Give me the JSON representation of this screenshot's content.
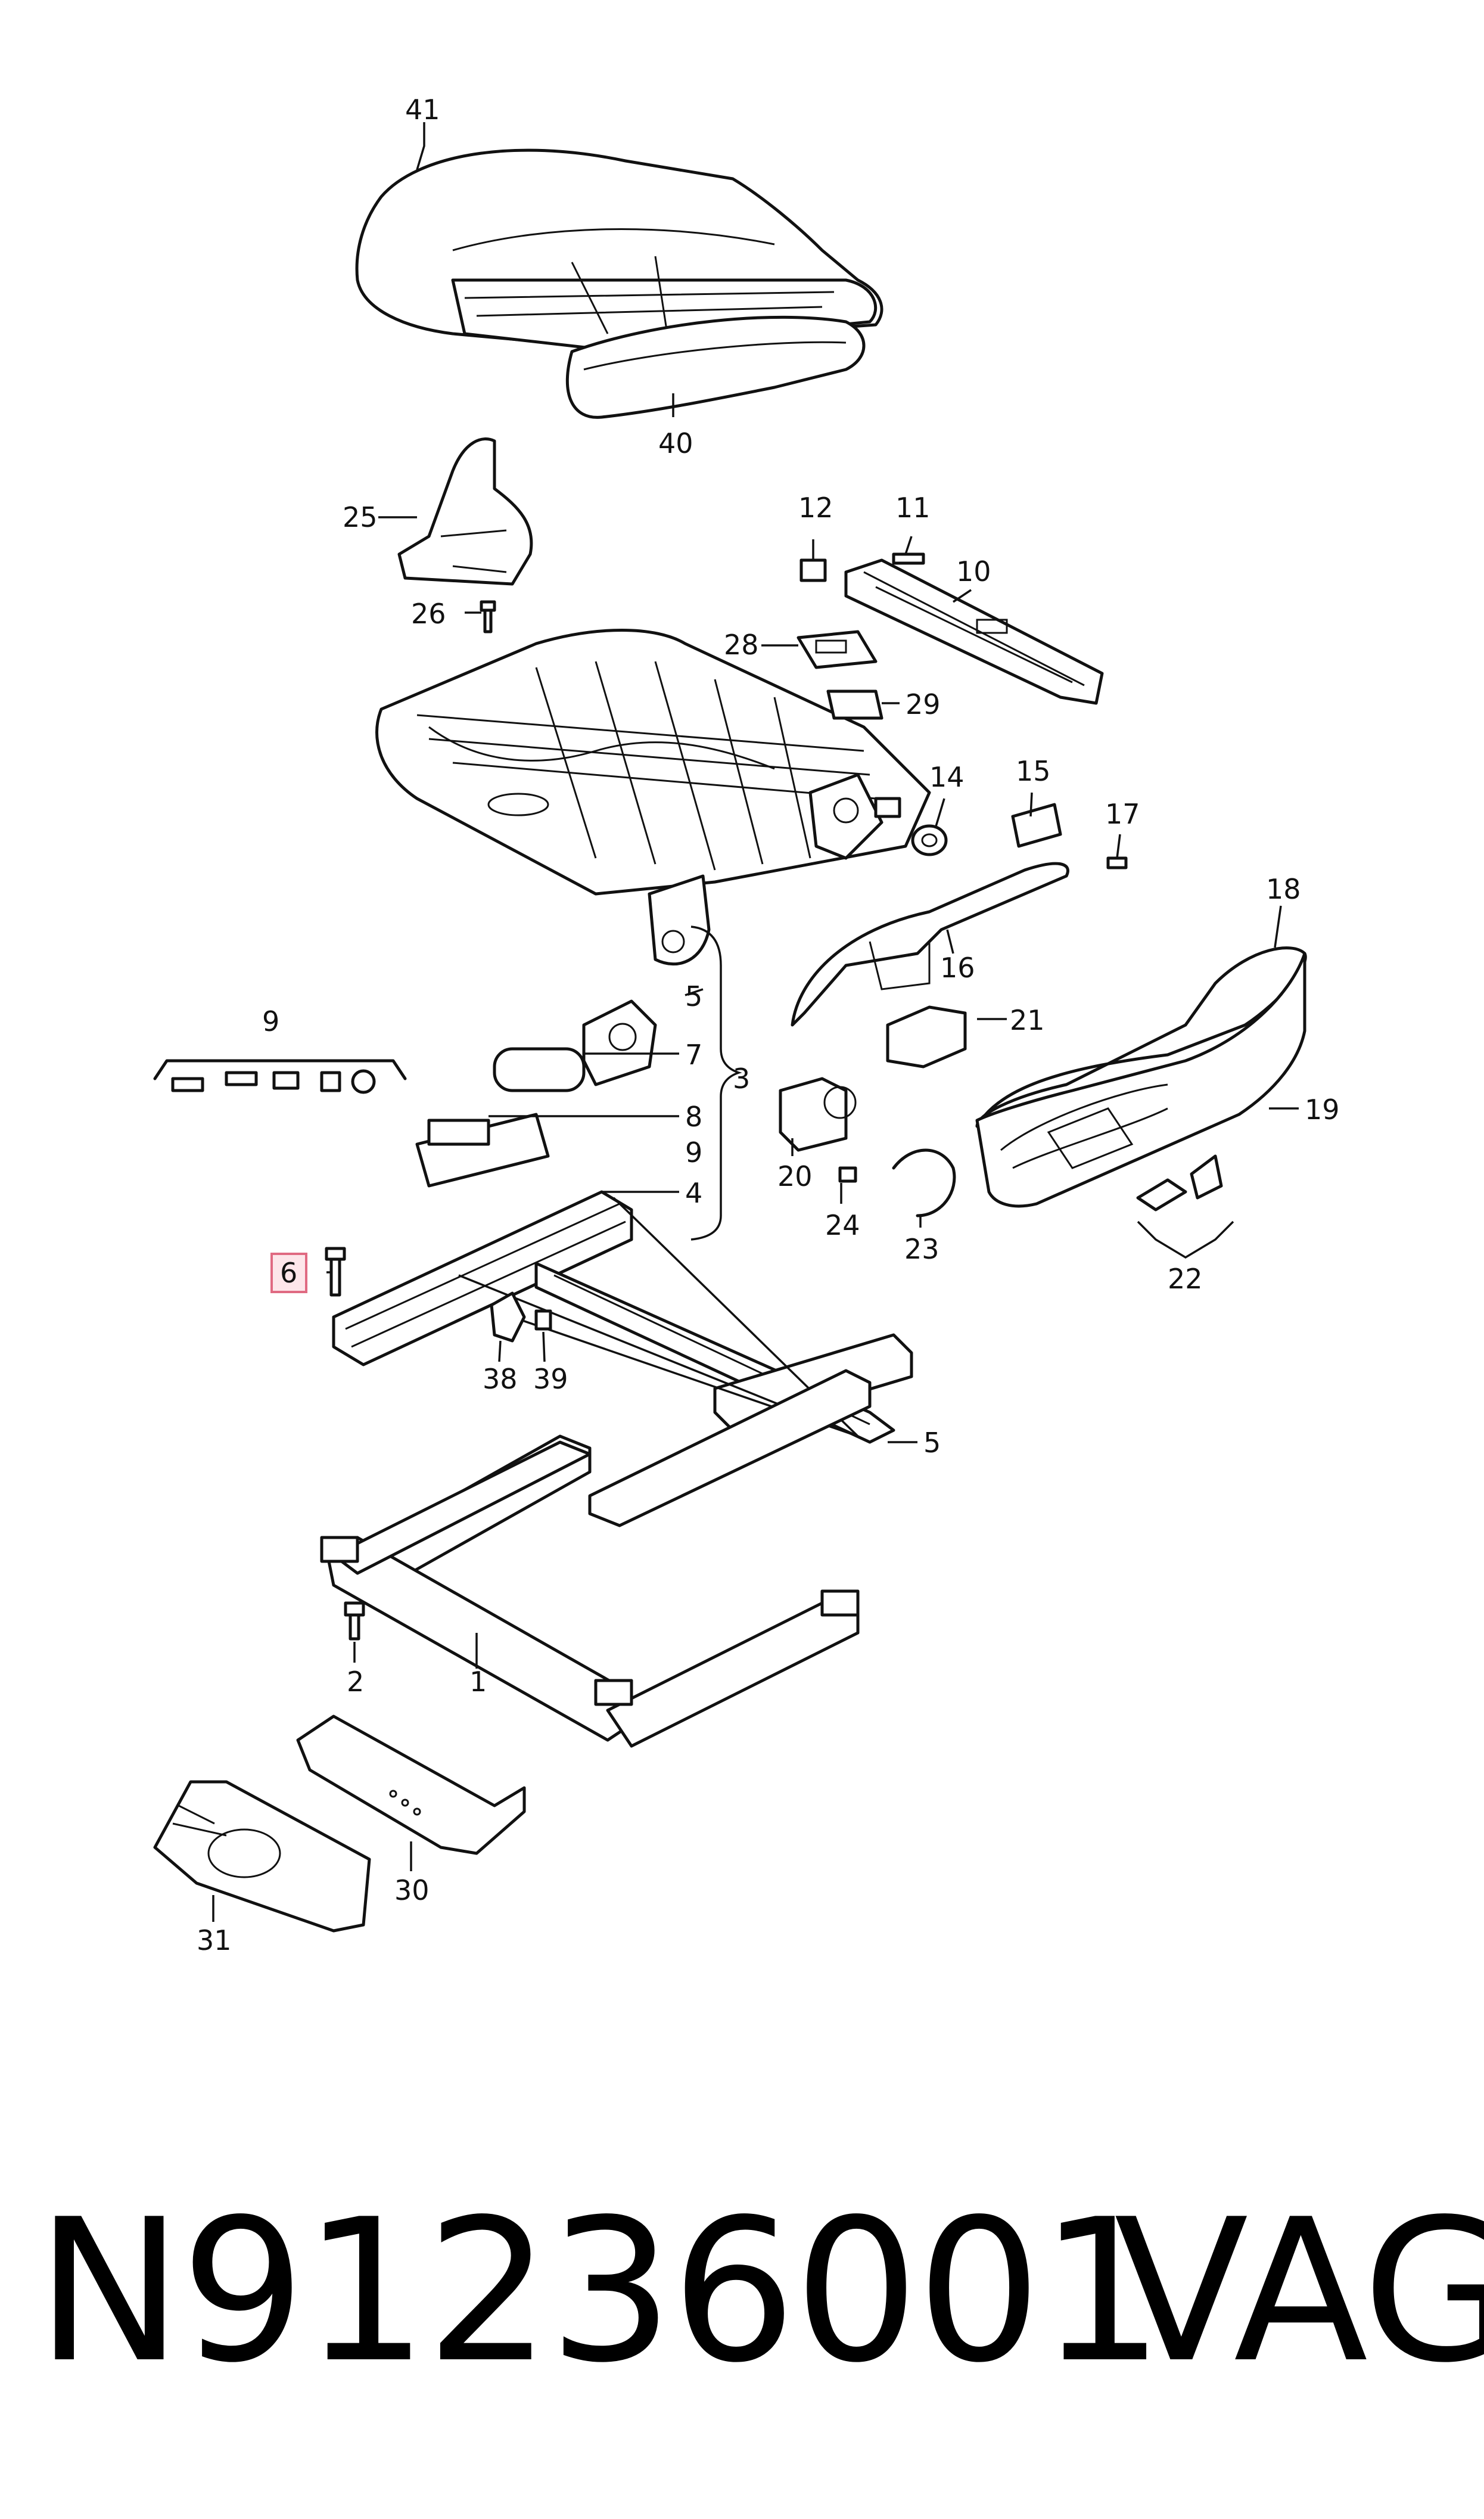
{
  "diagram": {
    "callouts": [
      {
        "id": "41",
        "label": "41"
      },
      {
        "id": "40",
        "label": "40"
      },
      {
        "id": "25",
        "label": "25"
      },
      {
        "id": "26",
        "label": "26"
      },
      {
        "id": "12",
        "label": "12"
      },
      {
        "id": "11",
        "label": "11"
      },
      {
        "id": "10",
        "label": "10"
      },
      {
        "id": "28",
        "label": "28"
      },
      {
        "id": "29",
        "label": "29"
      },
      {
        "id": "14",
        "label": "14"
      },
      {
        "id": "15",
        "label": "15"
      },
      {
        "id": "17",
        "label": "17"
      },
      {
        "id": "16",
        "label": "16"
      },
      {
        "id": "18",
        "label": "18"
      },
      {
        "id": "9a",
        "label": "9"
      },
      {
        "id": "5a",
        "label": "5"
      },
      {
        "id": "7",
        "label": "7"
      },
      {
        "id": "3",
        "label": "3"
      },
      {
        "id": "8",
        "label": "8"
      },
      {
        "id": "9b",
        "label": "9"
      },
      {
        "id": "4",
        "label": "4"
      },
      {
        "id": "21",
        "label": "21"
      },
      {
        "id": "19",
        "label": "19"
      },
      {
        "id": "20",
        "label": "20"
      },
      {
        "id": "24",
        "label": "24"
      },
      {
        "id": "23",
        "label": "23"
      },
      {
        "id": "22",
        "label": "22"
      },
      {
        "id": "6",
        "label": "6"
      },
      {
        "id": "38",
        "label": "38"
      },
      {
        "id": "39",
        "label": "39"
      },
      {
        "id": "5b",
        "label": "5"
      },
      {
        "id": "2",
        "label": "2"
      },
      {
        "id": "1",
        "label": "1"
      },
      {
        "id": "30",
        "label": "30"
      },
      {
        "id": "31",
        "label": "31"
      }
    ],
    "highlighted_part": "6",
    "highlight_color": "#e06a82"
  },
  "footer": {
    "part_number": "N91236001",
    "brand": "VAG"
  }
}
